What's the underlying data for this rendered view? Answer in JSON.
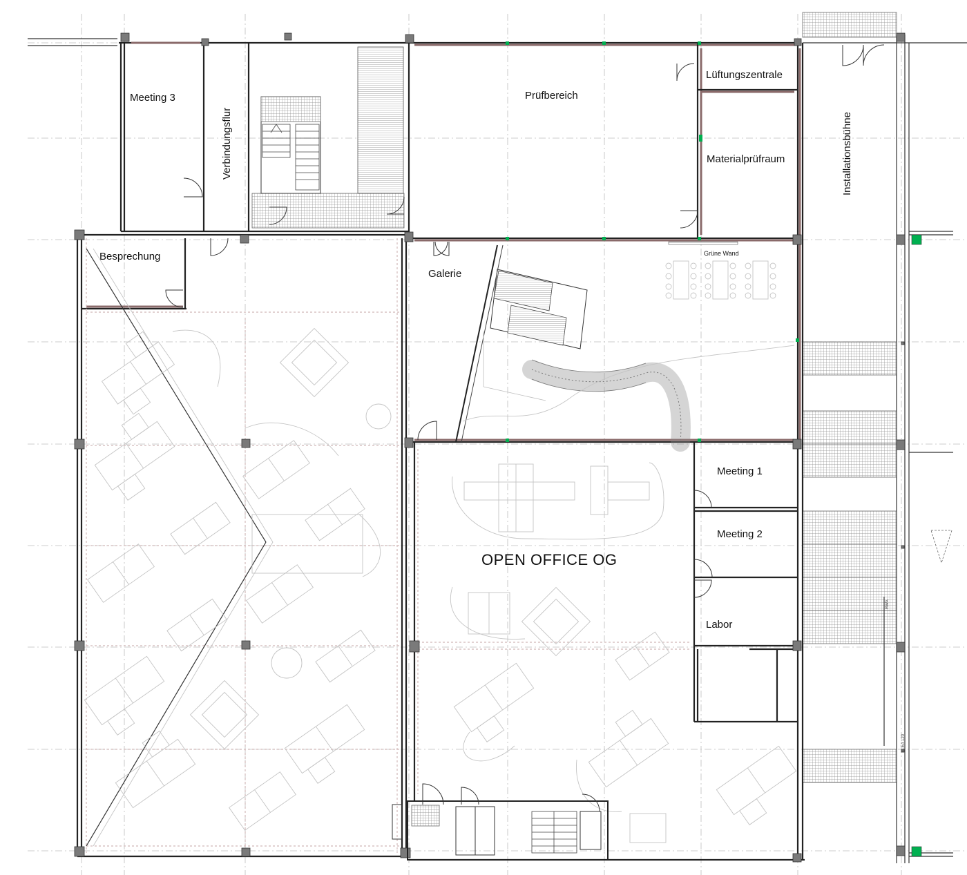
{
  "plan": {
    "title": "OPEN OFFICE OG",
    "rooms": {
      "meeting3": "Meeting 3",
      "verbindungsflur": "Verbindungsflur",
      "pruefbereich": "Prüfbereich",
      "lueftungszentrale": "Lüftungszentrale",
      "materialpruefraum": "Materialprüfraum",
      "installationsbuehne": "Installationsbühne",
      "besprechung": "Besprechung",
      "galerie": "Galerie",
      "gruene_wand": "Grüne Wand",
      "meeting1": "Meeting 1",
      "meeting2": "Meeting 2",
      "labor": "Labor"
    },
    "small_labels": {
      "rwa": "RWA",
      "ei": "EI-EA 120"
    },
    "colors": {
      "wall": "#222222",
      "glass_wall": "#8a6a6a",
      "furniture": "#c4c4c4",
      "hatch": "#9a9a9a",
      "green_marker": "#00b050"
    }
  }
}
